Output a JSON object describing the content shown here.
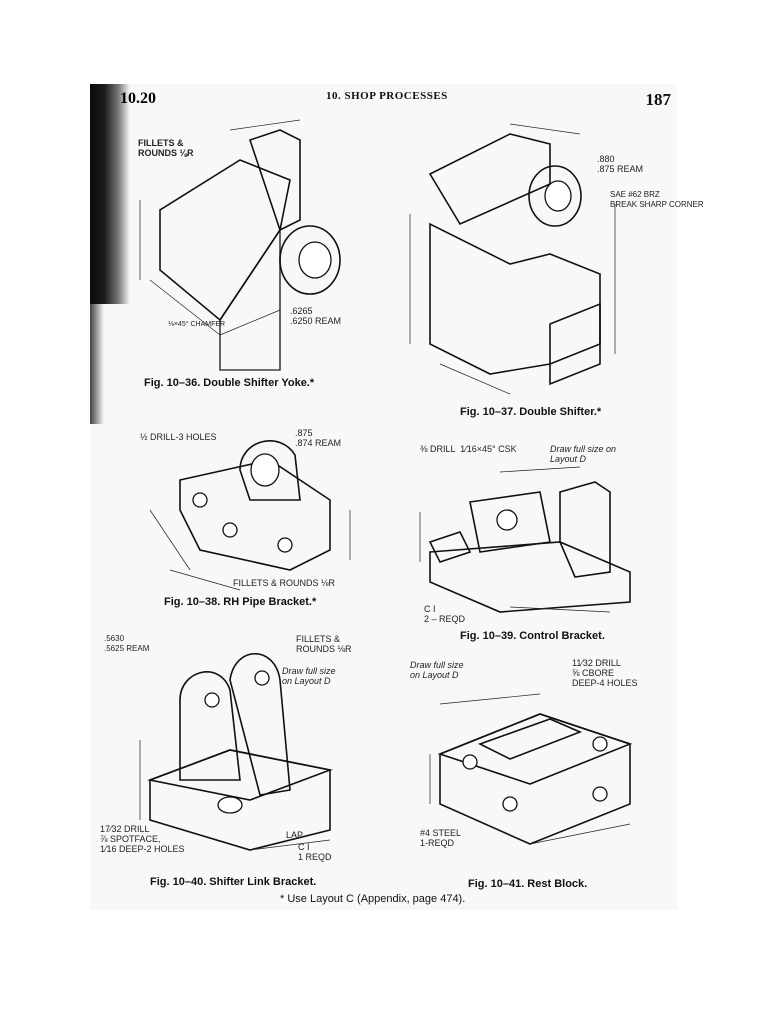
{
  "header": {
    "section_number": "10.20",
    "chapter_title": "10. SHOP PROCESSES",
    "page_number": "187"
  },
  "figures": [
    {
      "caption": "Fig. 10–36. Double Shifter Yoke.*",
      "notes": [
        "FILLETS &\nROUNDS ⅛R",
        ".6265\n.6250 REAM",
        "⅛×45° CHAMFER"
      ]
    },
    {
      "caption": "Fig. 10–37. Double Shifter.*",
      "notes": [
        ".880\n.875 REAM",
        "SAE #62 BRZ\nBREAK SHARP CORNER"
      ]
    },
    {
      "caption": "Fig. 10–38. RH Pipe Bracket.*",
      "notes": [
        "½ DRILL-3 HOLES",
        ".875\n.874 REAM",
        "FILLETS & ROUNDS ⅛R"
      ]
    },
    {
      "caption": "Fig. 10–39. Control Bracket.",
      "notes": [
        "⅜ DRILL  1⁄16×45° CSK",
        "Draw full size on\nLayout D",
        "C I\n2 – REQD"
      ]
    },
    {
      "caption": "Fig. 10–40. Shifter Link Bracket.",
      "notes": [
        ".5630\n.5625 REAM",
        "FILLETS &\nROUNDS ⅛R",
        "Draw full size\non Layout D",
        "17⁄32 DRILL\n⅞ SPOTFACE,\n1⁄16 DEEP-2 HOLES",
        "LAP",
        "C I\n1 REQD"
      ]
    },
    {
      "caption": "Fig. 10–41. Rest Block.",
      "notes": [
        "Draw full size\non Layout D",
        "11⁄32 DRILL\n⅝ CBORE\nDEEP-4 HOLES",
        "#4 STEEL\n1-REQD"
      ]
    }
  ],
  "footnote": "* Use Layout C (Appendix, page 474)."
}
